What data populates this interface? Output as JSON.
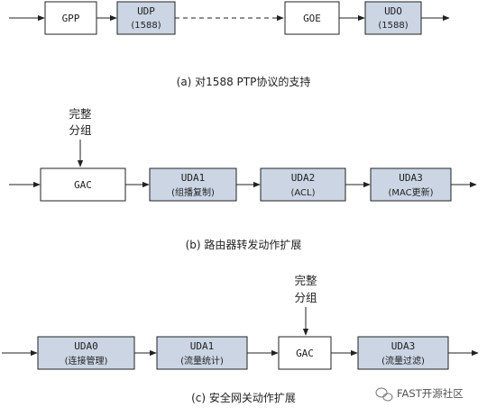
{
  "part_a": {
    "boxes": [
      {
        "label": "GPP",
        "sub": ""
      },
      {
        "label": "UDP",
        "sub": "(1588)"
      },
      {
        "label": "GOE",
        "sub": ""
      },
      {
        "label": "UDO",
        "sub": "(1588)"
      }
    ],
    "caption": "(a) 对1588 PTP协议的支持"
  },
  "part_b": {
    "note": [
      "完整",
      "分组"
    ],
    "boxes": [
      {
        "label": "GAC",
        "sub": ""
      },
      {
        "label": "UDA1",
        "sub": "(组播复制)"
      },
      {
        "label": "UDA2",
        "sub": "(ACL)"
      },
      {
        "label": "UDA3",
        "sub": "(MAC更新)"
      }
    ],
    "caption": "(b) 路由器转发动作扩展"
  },
  "part_c": {
    "note": [
      "完整",
      "分组"
    ],
    "boxes": [
      {
        "label": "UDA0",
        "sub": "(连接管理)"
      },
      {
        "label": "UDA1",
        "sub": "(流量统计)"
      },
      {
        "label": "GAC",
        "sub": ""
      },
      {
        "label": "UDA3",
        "sub": "(流量过滤)"
      }
    ],
    "caption": "(c) 安全网关动作扩展"
  },
  "watermark": "FAST开源社区",
  "colors": {
    "blue_box": "#cbd5e4",
    "white_box": "#ffffff",
    "stroke": "#222222"
  }
}
